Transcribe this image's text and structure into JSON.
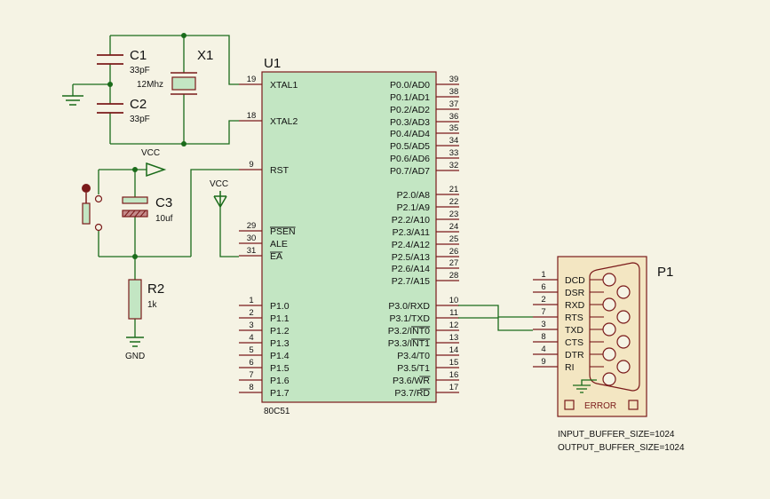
{
  "colors": {
    "background": "#f5f3e4",
    "wire": "#1a6b1a",
    "component": "#7a1a1a",
    "chip_fill": "#c3e6c3",
    "connector_fill": "#f3e6c2",
    "text": "#111111"
  },
  "components": {
    "c1": {
      "ref": "C1",
      "value": "33pF"
    },
    "c2": {
      "ref": "C2",
      "value": "33pF"
    },
    "x1": {
      "ref": "X1",
      "value": "12Mhz"
    },
    "c3": {
      "ref": "C3",
      "value": "10uf"
    },
    "r2": {
      "ref": "R2",
      "value": "1k"
    },
    "u1": {
      "ref": "U1",
      "part": "80C51"
    },
    "p1": {
      "ref": "P1",
      "error": "ERROR",
      "props": [
        "INPUT_BUFFER_SIZE=1024",
        "OUTPUT_BUFFER_SIZE=1024"
      ]
    }
  },
  "power": {
    "vcc_top": "VCC",
    "vcc_rst": "VCC",
    "gnd": "GND"
  },
  "u1_left_pins": [
    {
      "num": "19",
      "name": "XTAL1"
    },
    {
      "num": "18",
      "name": "XTAL2"
    },
    {
      "num": "9",
      "name": "RST"
    },
    {
      "num": "29",
      "name": "PSEN"
    },
    {
      "num": "30",
      "name": "ALE"
    },
    {
      "num": "31",
      "name": "EA"
    },
    {
      "num": "1",
      "name": "P1.0"
    },
    {
      "num": "2",
      "name": "P1.1"
    },
    {
      "num": "3",
      "name": "P1.2"
    },
    {
      "num": "4",
      "name": "P1.3"
    },
    {
      "num": "5",
      "name": "P1.4"
    },
    {
      "num": "6",
      "name": "P1.5"
    },
    {
      "num": "7",
      "name": "P1.6"
    },
    {
      "num": "8",
      "name": "P1.7"
    }
  ],
  "u1_right_pins": [
    {
      "num": "39",
      "name": "P0.0/AD0"
    },
    {
      "num": "38",
      "name": "P0.1/AD1"
    },
    {
      "num": "37",
      "name": "P0.2/AD2"
    },
    {
      "num": "36",
      "name": "P0.3/AD3"
    },
    {
      "num": "35",
      "name": "P0.4/AD4"
    },
    {
      "num": "34",
      "name": "P0.5/AD5"
    },
    {
      "num": "33",
      "name": "P0.6/AD6"
    },
    {
      "num": "32",
      "name": "P0.7/AD7"
    },
    {
      "num": "21",
      "name": "P2.0/A8"
    },
    {
      "num": "22",
      "name": "P2.1/A9"
    },
    {
      "num": "23",
      "name": "P2.2/A10"
    },
    {
      "num": "24",
      "name": "P2.3/A11"
    },
    {
      "num": "25",
      "name": "P2.4/A12"
    },
    {
      "num": "26",
      "name": "P2.5/A13"
    },
    {
      "num": "27",
      "name": "P2.6/A14"
    },
    {
      "num": "28",
      "name": "P2.7/A15"
    },
    {
      "num": "10",
      "name": "P3.0/RXD"
    },
    {
      "num": "11",
      "name": "P3.1/TXD"
    },
    {
      "num": "12",
      "name": "P3.2/INT0"
    },
    {
      "num": "13",
      "name": "P3.3/INT1"
    },
    {
      "num": "14",
      "name": "P3.4/T0"
    },
    {
      "num": "15",
      "name": "P3.5/T1"
    },
    {
      "num": "16",
      "name": "P3.6/WR"
    },
    {
      "num": "17",
      "name": "P3.7/RD"
    }
  ],
  "p1_pins": [
    {
      "num": "1",
      "name": "DCD"
    },
    {
      "num": "6",
      "name": "DSR"
    },
    {
      "num": "2",
      "name": "RXD"
    },
    {
      "num": "7",
      "name": "RTS"
    },
    {
      "num": "3",
      "name": "TXD"
    },
    {
      "num": "8",
      "name": "CTS"
    },
    {
      "num": "4",
      "name": "DTR"
    },
    {
      "num": "9",
      "name": "RI"
    }
  ]
}
